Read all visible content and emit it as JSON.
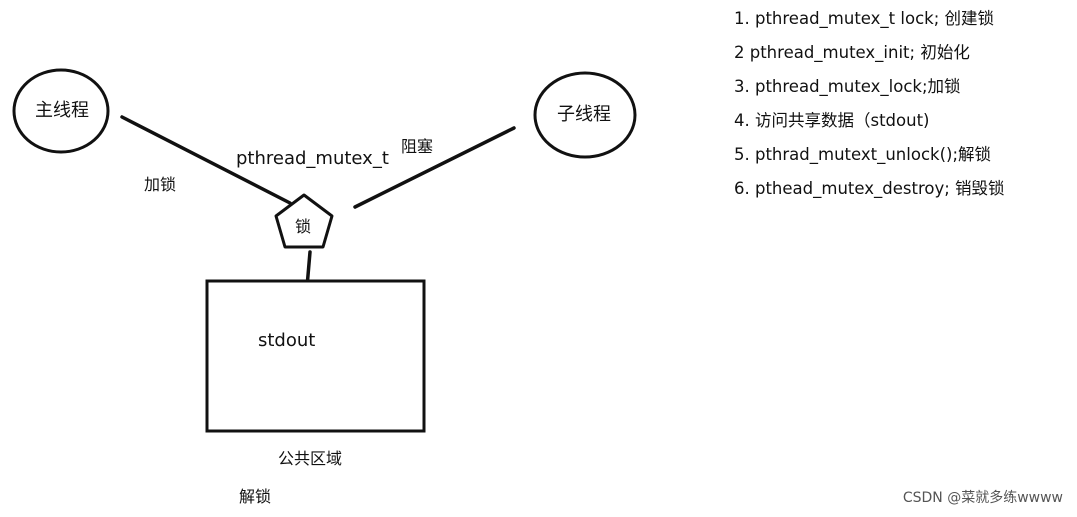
{
  "diagram": {
    "main_thread": "主线程",
    "child_thread": "子线程",
    "lock_node": "锁",
    "mutex_type": "pthread_mutex_t",
    "block_label": "阻塞",
    "lock_action": "加锁",
    "resource": "stdout",
    "shared_area": "公共区域",
    "unlock_action": "解锁"
  },
  "steps": [
    "1. pthread_mutex_t lock; 创建锁",
    "2  pthread_mutex_init; 初始化",
    "3. pthread_mutex_lock;加锁",
    "4. 访问共享数据（stdout)",
    "5. pthrad_mutext_unlock();解锁",
    "6. pthead_mutex_destroy; 销毁锁"
  ],
  "watermark": "CSDN @菜就多练wwww"
}
